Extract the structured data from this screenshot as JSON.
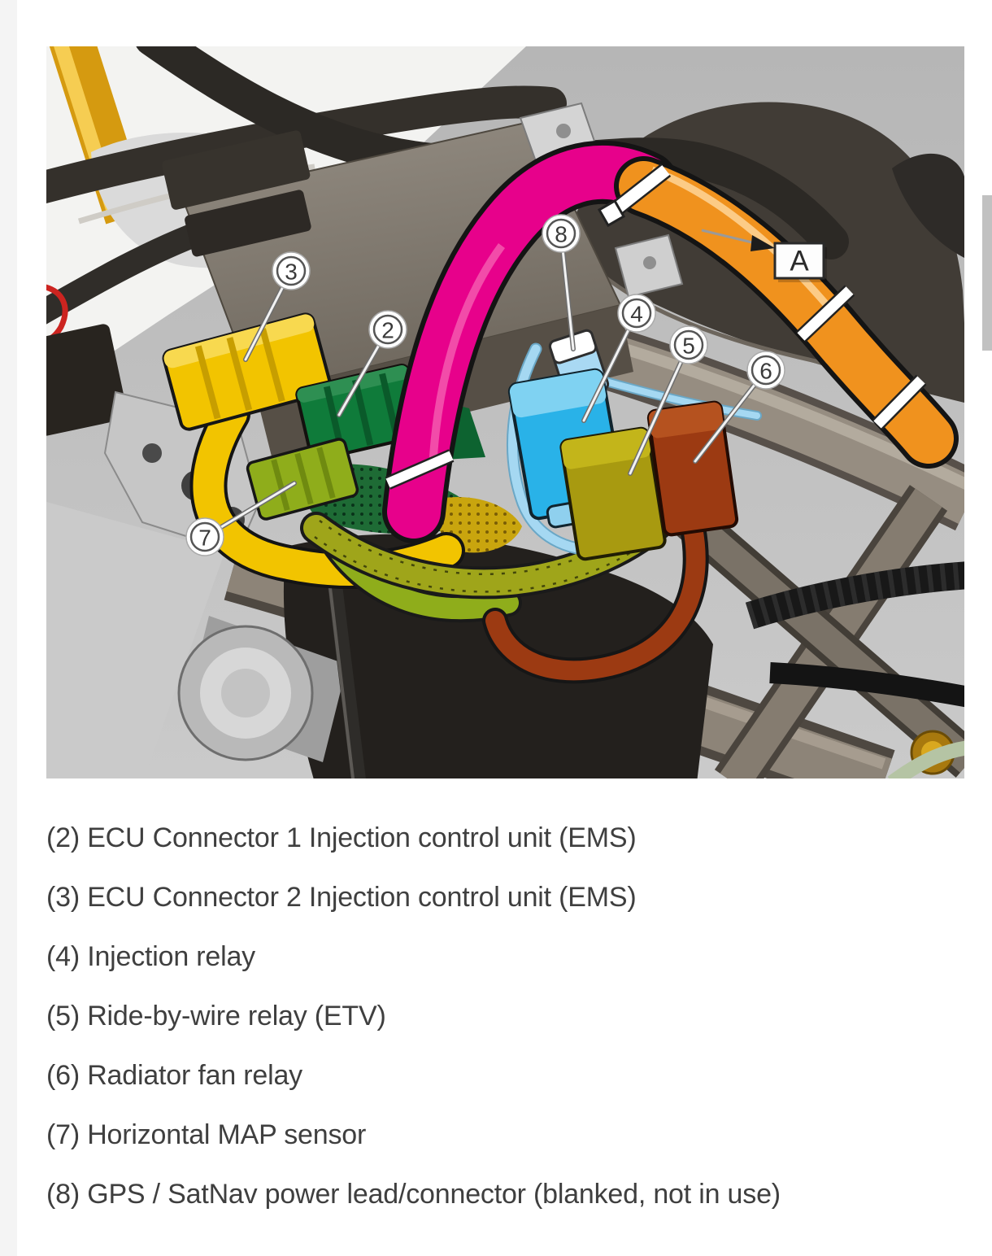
{
  "photo": {
    "area_label": "A",
    "background_color": "#bfbfbf",
    "callouts": [
      {
        "number": "2",
        "target": "ecu-connector-1"
      },
      {
        "number": "3",
        "target": "ecu-connector-2"
      },
      {
        "number": "4",
        "target": "injection-relay"
      },
      {
        "number": "5",
        "target": "ride-by-wire-relay"
      },
      {
        "number": "6",
        "target": "radiator-fan-relay"
      },
      {
        "number": "7",
        "target": "horizontal-map-sensor"
      },
      {
        "number": "8",
        "target": "gps-satnav-power-connector"
      }
    ],
    "component_colors": {
      "ecu_connector_1_green": "#0f7b3a",
      "ecu_connector_2_yellow": "#f2c400",
      "injection_relay_blue": "#29b2e8",
      "ride_by_wire_relay_olive": "#a89a10",
      "radiator_fan_relay_brown": "#9c3a12",
      "map_sensor_lime": "#8fad1b",
      "hose_magenta": "#e7018b",
      "hose_orange": "#f0921e",
      "gps_lead_light_blue": "#a9d9f3"
    }
  },
  "legend": {
    "text_color": "#3f3f3f",
    "items": [
      {
        "label": "(2) ECU Connector 1 Injection control unit (EMS)"
      },
      {
        "label": "(3) ECU Connector 2 Injection control unit (EMS)"
      },
      {
        "label": "(4) Injection relay"
      },
      {
        "label": "(5) Ride-by-wire relay (ETV)"
      },
      {
        "label": "(6) Radiator fan relay"
      },
      {
        "label": "(7) Horizontal MAP sensor"
      },
      {
        "label": "(8) GPS / SatNav power lead/connector (blanked, not in use)"
      }
    ]
  },
  "scrollbar": {
    "thumb_color": "#c1c1c1"
  }
}
